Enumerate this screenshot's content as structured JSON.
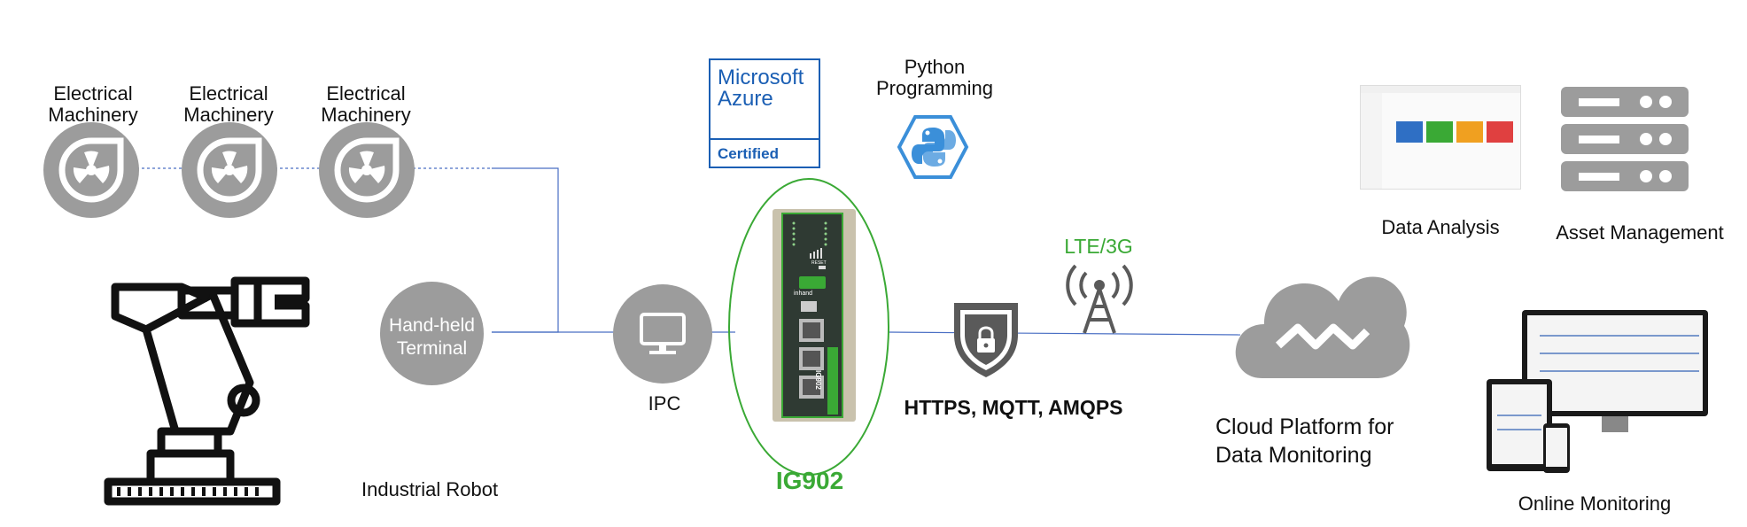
{
  "machines": [
    {
      "line1": "Electrical",
      "line2": "Machinery"
    },
    {
      "line1": "Electrical",
      "line2": "Machinery"
    },
    {
      "line1": "Electrical",
      "line2": "Machinery"
    }
  ],
  "handheld": {
    "line1": "Hand-held",
    "line2": "Terminal"
  },
  "industrial_robot": "Industrial Robot",
  "ipc": "IPC",
  "azure": {
    "line1": "Microsoft",
    "line2": "Azure",
    "badge": "Certified"
  },
  "python": {
    "line1": "Python",
    "line2": "Programming"
  },
  "gateway": {
    "name": "IG902",
    "brand": "inhand",
    "side_label": "IG902",
    "reset": "RESET"
  },
  "protocols": "HTTPS, MQTT, AMQPS",
  "lte": "LTE/3G",
  "cloud": {
    "line1": "Cloud Platform for",
    "line2": "Data Monitoring"
  },
  "data_analysis": "Data Analysis",
  "asset_management": "Asset Management",
  "online_monitoring": "Online Monitoring",
  "colors": {
    "green": "#3aa935",
    "blue_line": "#4a6fc4",
    "gray": "#9c9c9c",
    "azure_blue": "#1b5fb4",
    "python_blue": "#3b8fd9"
  }
}
